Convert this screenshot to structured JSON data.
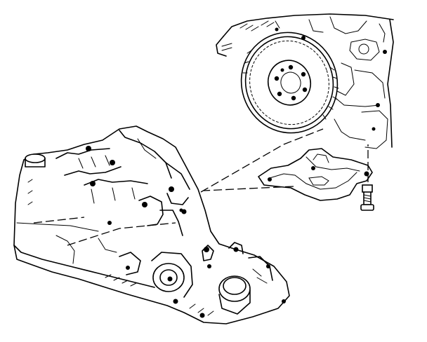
{
  "diagram": {
    "colors": {
      "line": "#000000",
      "background": "#ffffff"
    },
    "parts": [
      {
        "name": "transaxle-assembly",
        "icon": "transaxle-icon"
      },
      {
        "name": "engine-flywheel",
        "icon": "flywheel-icon"
      },
      {
        "name": "mount-bracket",
        "icon": "bracket-icon"
      },
      {
        "name": "bracket-bolt",
        "icon": "bolt-icon"
      }
    ]
  }
}
